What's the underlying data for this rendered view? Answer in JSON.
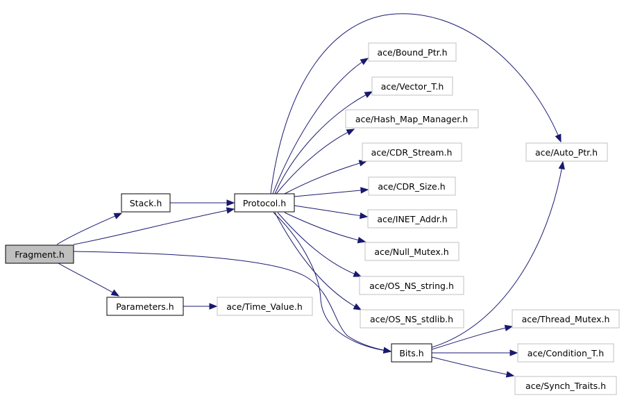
{
  "diagram": {
    "colors": {
      "edge": "#191970",
      "root_fill": "#bfbfbf",
      "root_border": "#000000",
      "local_border": "#000000",
      "external_border": "#c0c0c0",
      "node_fill": "#ffffff"
    },
    "nodes": {
      "fragment": {
        "label": "Fragment.h",
        "kind": "root"
      },
      "stack": {
        "label": "Stack.h",
        "kind": "local"
      },
      "protocol": {
        "label": "Protocol.h",
        "kind": "local"
      },
      "parameters": {
        "label": "Parameters.h",
        "kind": "local"
      },
      "bits": {
        "label": "Bits.h",
        "kind": "local"
      },
      "time_value": {
        "label": "ace/Time_Value.h",
        "kind": "external"
      },
      "bound_ptr": {
        "label": "ace/Bound_Ptr.h",
        "kind": "external"
      },
      "vector_t": {
        "label": "ace/Vector_T.h",
        "kind": "external"
      },
      "hash_map_manager": {
        "label": "ace/Hash_Map_Manager.h",
        "kind": "external"
      },
      "cdr_stream": {
        "label": "ace/CDR_Stream.h",
        "kind": "external"
      },
      "cdr_size": {
        "label": "ace/CDR_Size.h",
        "kind": "external"
      },
      "inet_addr": {
        "label": "ace/INET_Addr.h",
        "kind": "external"
      },
      "null_mutex": {
        "label": "ace/Null_Mutex.h",
        "kind": "external"
      },
      "os_ns_string": {
        "label": "ace/OS_NS_string.h",
        "kind": "external"
      },
      "os_ns_stdlib": {
        "label": "ace/OS_NS_stdlib.h",
        "kind": "external"
      },
      "auto_ptr": {
        "label": "ace/Auto_Ptr.h",
        "kind": "external"
      },
      "thread_mutex": {
        "label": "ace/Thread_Mutex.h",
        "kind": "external"
      },
      "condition_t": {
        "label": "ace/Condition_T.h",
        "kind": "external"
      },
      "synch_traits": {
        "label": "ace/Synch_Traits.h",
        "kind": "external"
      }
    },
    "edges": [
      {
        "from": "fragment",
        "to": "stack"
      },
      {
        "from": "fragment",
        "to": "protocol"
      },
      {
        "from": "fragment",
        "to": "parameters"
      },
      {
        "from": "fragment",
        "to": "bits"
      },
      {
        "from": "stack",
        "to": "protocol"
      },
      {
        "from": "parameters",
        "to": "time_value"
      },
      {
        "from": "protocol",
        "to": "bound_ptr"
      },
      {
        "from": "protocol",
        "to": "vector_t"
      },
      {
        "from": "protocol",
        "to": "hash_map_manager"
      },
      {
        "from": "protocol",
        "to": "cdr_stream"
      },
      {
        "from": "protocol",
        "to": "cdr_size"
      },
      {
        "from": "protocol",
        "to": "inet_addr"
      },
      {
        "from": "protocol",
        "to": "null_mutex"
      },
      {
        "from": "protocol",
        "to": "os_ns_string"
      },
      {
        "from": "protocol",
        "to": "os_ns_stdlib"
      },
      {
        "from": "protocol",
        "to": "auto_ptr"
      },
      {
        "from": "protocol",
        "to": "bits"
      },
      {
        "from": "bits",
        "to": "auto_ptr"
      },
      {
        "from": "bits",
        "to": "thread_mutex"
      },
      {
        "from": "bits",
        "to": "condition_t"
      },
      {
        "from": "bits",
        "to": "synch_traits"
      }
    ]
  }
}
